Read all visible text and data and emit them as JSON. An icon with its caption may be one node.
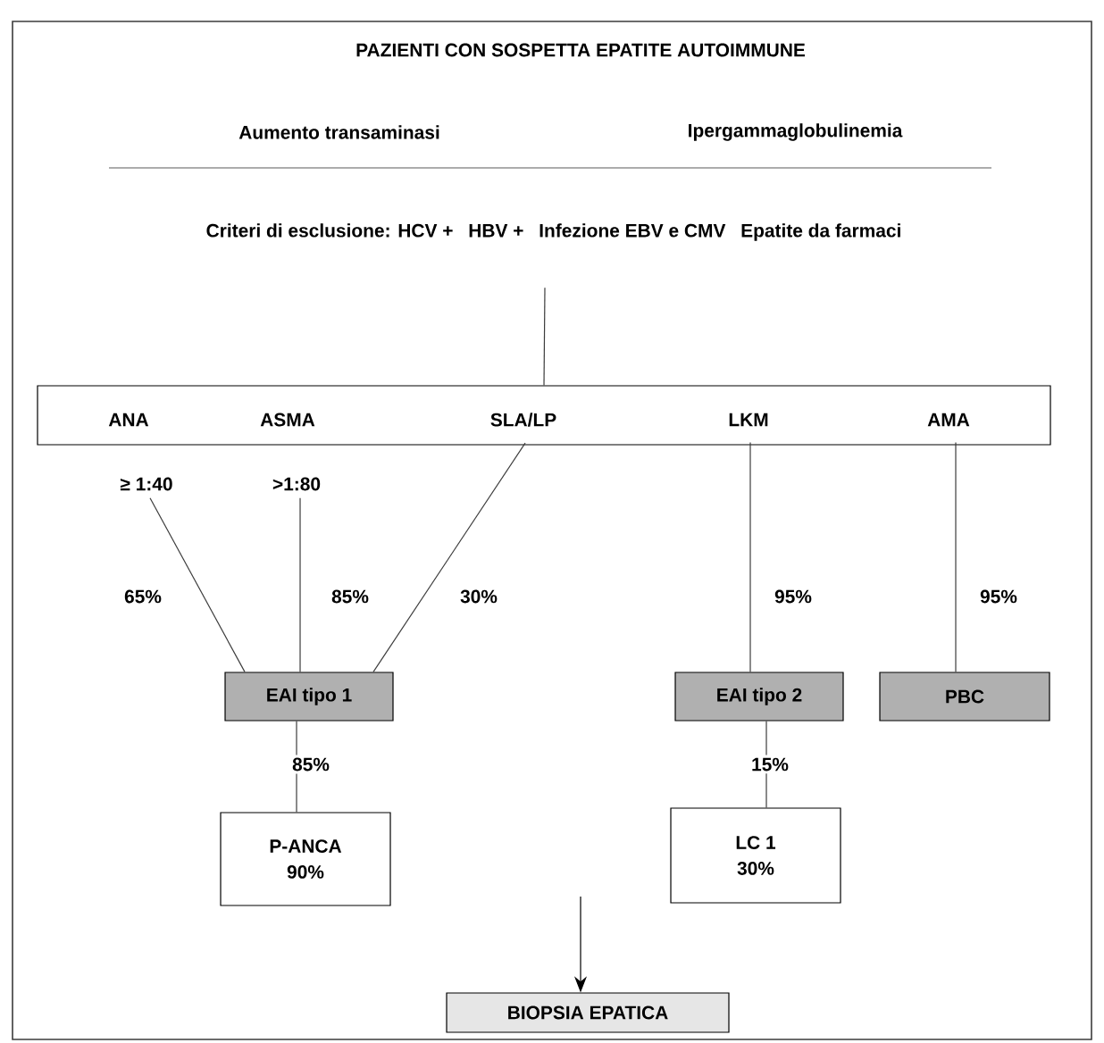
{
  "diagram": {
    "title": "PAZIENTI CON SOSPETTA EPATITE AUTOIMMUNE",
    "nodes": [
      {
        "text": [
          "Criteri di esclusione: HCV +",
          "HBV +",
          "Infezione EBV e CMV",
          "Epatite da farmaci"
        ]
      },
      {
        "text": [],
        "shape": "box"
      },
      {
        "text": [
          "ANA"
        ],
        "in": 1
      },
      {
        "text": [
          "ASMA"
        ],
        "in": 1
      },
      {
        "text": [
          "SLA/LP"
        ],
        "in": 1
      },
      {
        "text": [
          "LKM"
        ],
        "in": 1
      },
      {
        "text": [
          "AMA"
        ],
        "in": 1
      },
      {
        "text": [
          "≥ 1:40"
        ]
      },
      {
        "text": [
          ">1:80"
        ]
      },
      {
        "text": [
          "EAI tipo 1"
        ]
      },
      {
        "text": [
          "EAI tipo 2"
        ]
      },
      {
        "text": [
          "PBC"
        ]
      },
      {
        "text": [
          "P-ANCA",
          "90%"
        ]
      },
      {
        "text": [
          "LC 1",
          "30%"
        ]
      },
      {
        "text": [
          "BIOPSIA EPATICA"
        ]
      }
    ],
    "edges": [
      {
        "from": 0,
        "to": 1,
        "arrow": "none"
      },
      {
        "from": 7,
        "to": 9,
        "arrow": "none",
        "label": "65%"
      },
      {
        "from": 8,
        "to": 9,
        "arrow": "none",
        "label": "85%"
      },
      {
        "from": 4,
        "to": 9,
        "arrow": "none",
        "label": "30%"
      },
      {
        "from": 5,
        "to": 10,
        "arrow": "none",
        "label": "95%"
      },
      {
        "from": 6,
        "to": 11,
        "arrow": "none",
        "label": "95%"
      },
      {
        "from": 9,
        "to": 12,
        "arrow": "none",
        "label": "85%"
      },
      {
        "from": 10,
        "to": 13,
        "arrow": "none",
        "label": "15%"
      },
      {
        "from": null,
        "to": 14,
        "arrow": "to"
      }
    ],
    "labels": [
      "Aumento transaminasi",
      "Ipergammaglobulinemia"
    ]
  }
}
